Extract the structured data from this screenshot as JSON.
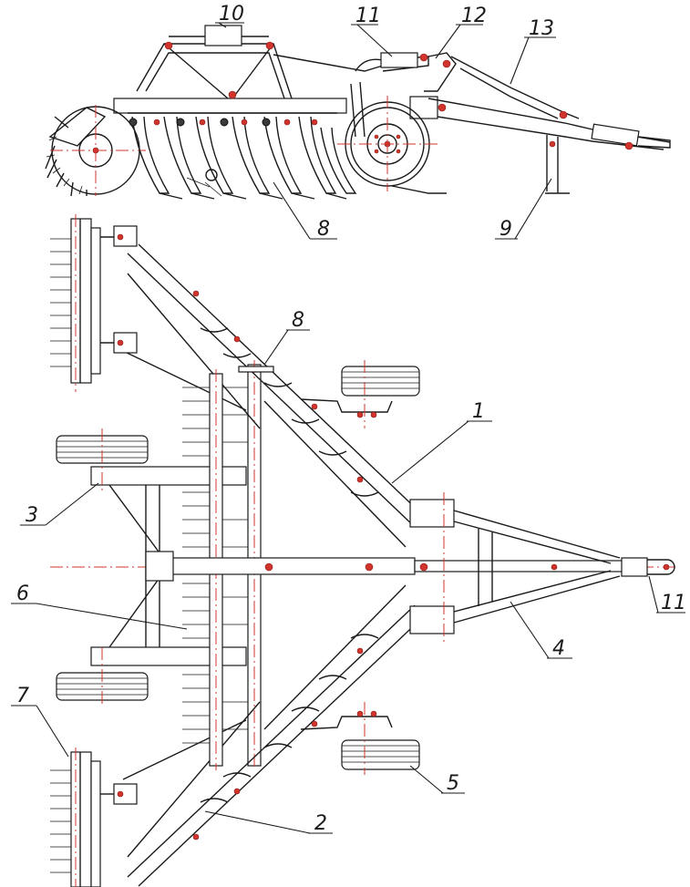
{
  "colors": {
    "line": "#1a1a1a",
    "axis": "#d0342c",
    "background": "#ffffff"
  },
  "side_view": {
    "callouts": {
      "c10": "10",
      "c11": "11",
      "c12": "12",
      "c13": "13",
      "c8": "8",
      "c9": "9"
    }
  },
  "top_view": {
    "callouts": {
      "c1": "1",
      "c2": "2",
      "c3": "3",
      "c4": "4",
      "c5": "5",
      "c6": "6",
      "c7": "7",
      "c8": "8",
      "c11": "11"
    }
  }
}
